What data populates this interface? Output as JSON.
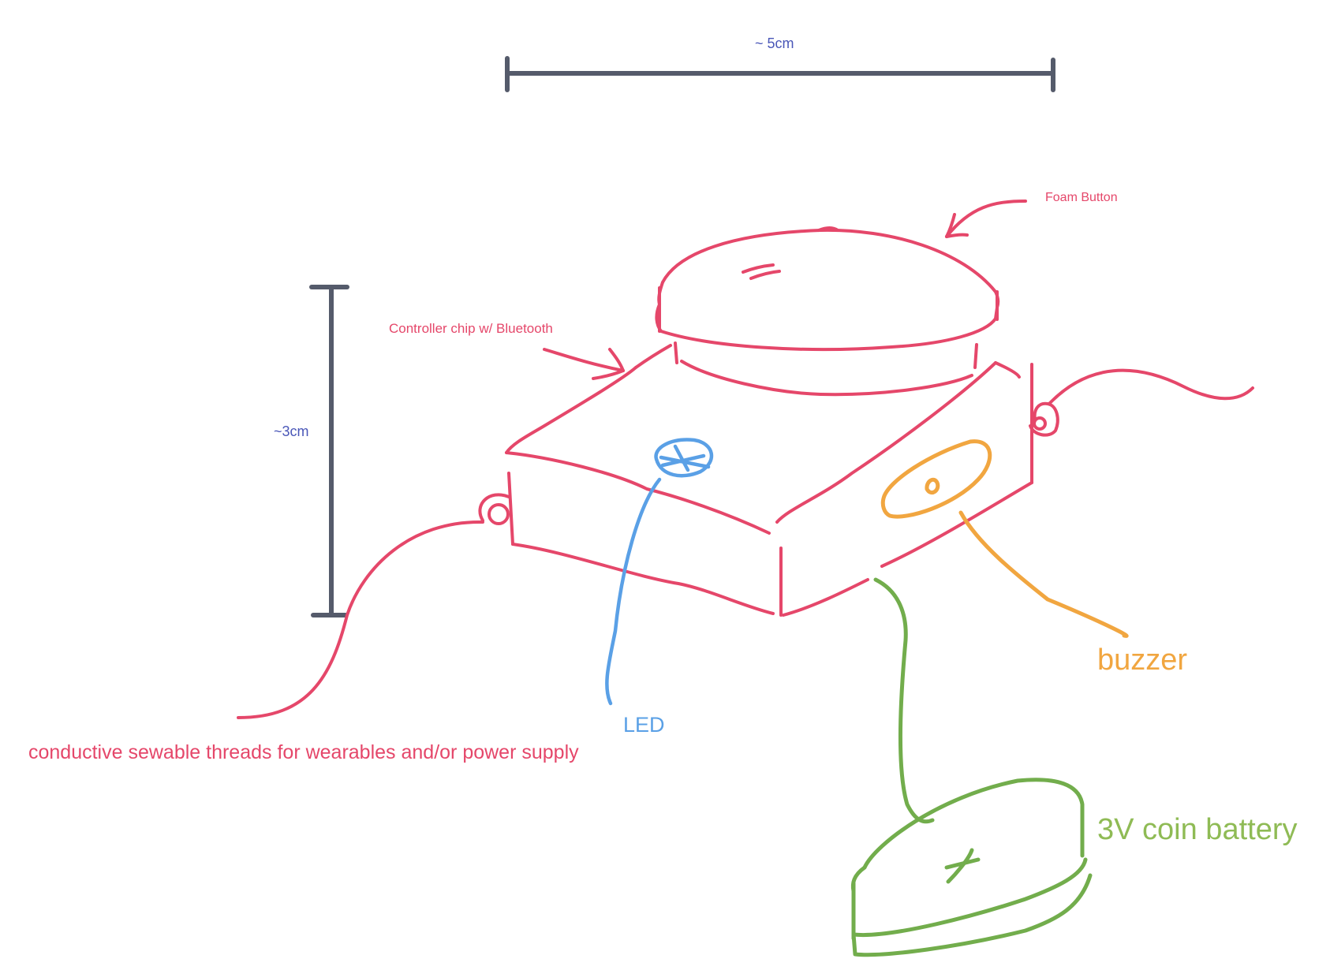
{
  "colors": {
    "device": "#e5476a",
    "dimension": "#555b6b",
    "dimension_text": "#4a57b8",
    "led": "#5aa0e6",
    "buzzer": "#f1a640",
    "battery": "#72ad4c",
    "battery_text": "#8fbb55"
  },
  "dimensions": {
    "width_label": "~ 5cm",
    "height_label": "~3cm"
  },
  "labels": {
    "foam_button": "Foam Button",
    "controller": "Controller chip w/ Bluetooth",
    "led": "LED",
    "buzzer": "buzzer",
    "battery": "3V coin battery",
    "threads": "conductive sewable threads for wearables and/or power supply"
  }
}
